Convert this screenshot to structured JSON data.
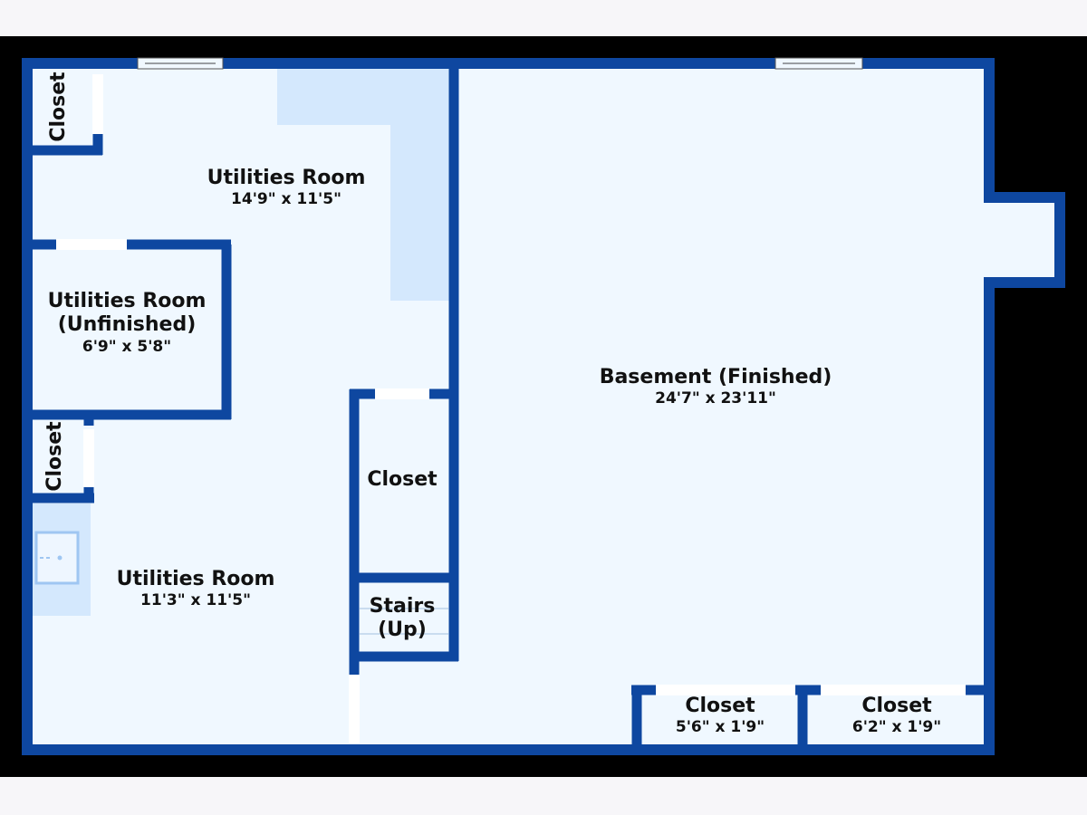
{
  "colors": {
    "wall": "#0e47a0",
    "floor": "#f0f8ff",
    "fixture": "#d4e8fd",
    "background": "#000000",
    "page": "#f7f6f9"
  },
  "rooms": {
    "utilities_top": {
      "name": "Utilities Room",
      "dims": "14'9\" x 11'5\""
    },
    "utilities_unfinished": {
      "name": "Utilities Room",
      "name2": "(Unfinished)",
      "dims": "6'9\" x 5'8\""
    },
    "utilities_bottom": {
      "name": "Utilities Room",
      "dims": "11'3\" x 11'5\""
    },
    "basement": {
      "name": "Basement (Finished)",
      "dims": "24'7\" x 23'11\""
    },
    "closet_top_left": {
      "name": "Closet"
    },
    "closet_mid_left": {
      "name": "Closet"
    },
    "closet_center": {
      "name": "Closet"
    },
    "stairs": {
      "name": "Stairs",
      "name2": "(Up)"
    },
    "closet_bottom_1": {
      "name": "Closet",
      "dims": "5'6\" x 1'9\""
    },
    "closet_bottom_2": {
      "name": "Closet",
      "dims": "6'2\" x 1'9\""
    }
  }
}
